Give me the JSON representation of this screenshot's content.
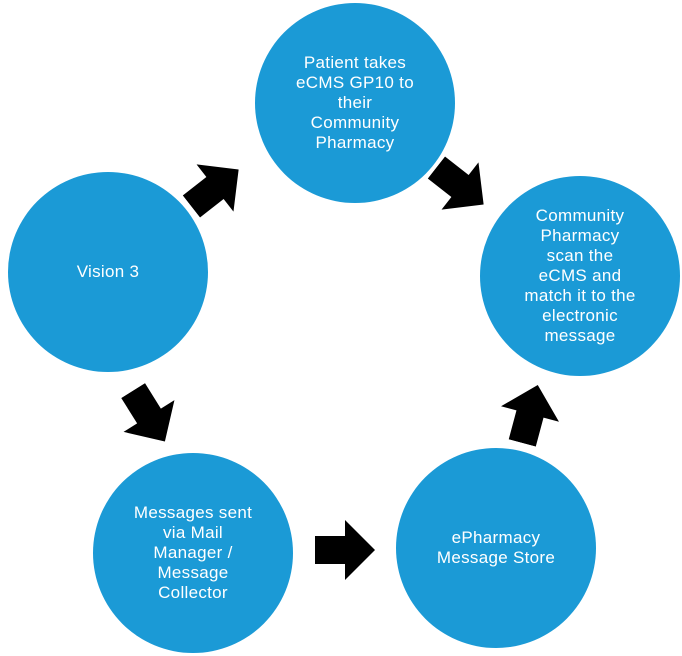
{
  "theme": {
    "background": "#ffffff",
    "circle": "#1b9ad6",
    "arrow": "#000000",
    "node_text": "#ffffff"
  },
  "nodes": [
    {
      "id": "patient",
      "label": "Patient takes\neCMS GP10 to\ntheir\nCommunity\nPharmacy"
    },
    {
      "id": "community",
      "label": "Community\nPharmacy\nscan the\neCMS and\nmatch it to the\nelectronic\nmessage"
    },
    {
      "id": "vision3",
      "label": "Vision 3"
    },
    {
      "id": "messages",
      "label": "Messages sent\nvia Mail\nManager /\nMessage\nCollector"
    },
    {
      "id": "epharmacy",
      "label": "ePharmacy\nMessage Store"
    }
  ],
  "arrows": [
    {
      "from": "vision3",
      "to": "patient",
      "direction": "up-right"
    },
    {
      "from": "patient",
      "to": "community",
      "direction": "down-right"
    },
    {
      "from": "vision3",
      "to": "messages",
      "direction": "down-right"
    },
    {
      "from": "messages",
      "to": "epharmacy",
      "direction": "right"
    },
    {
      "from": "epharmacy",
      "to": "community",
      "direction": "up"
    }
  ]
}
